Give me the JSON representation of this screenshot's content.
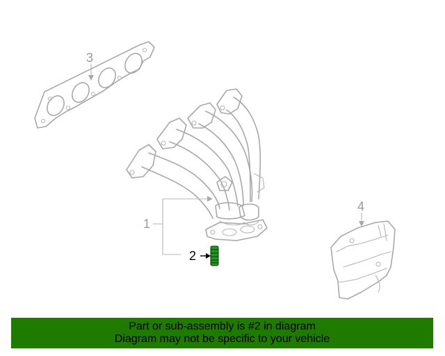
{
  "callouts": {
    "part1": "1",
    "part2": "2",
    "part3": "3",
    "part4": "4"
  },
  "banner": {
    "line1": "Part or sub-assembly is #2 in diagram",
    "line2": "Diagram may not be specific to your vehicle"
  },
  "colors": {
    "banner_background": "#1f7a00",
    "highlight_part": "#1f9a1f",
    "line_art": "#a8a8a8"
  }
}
